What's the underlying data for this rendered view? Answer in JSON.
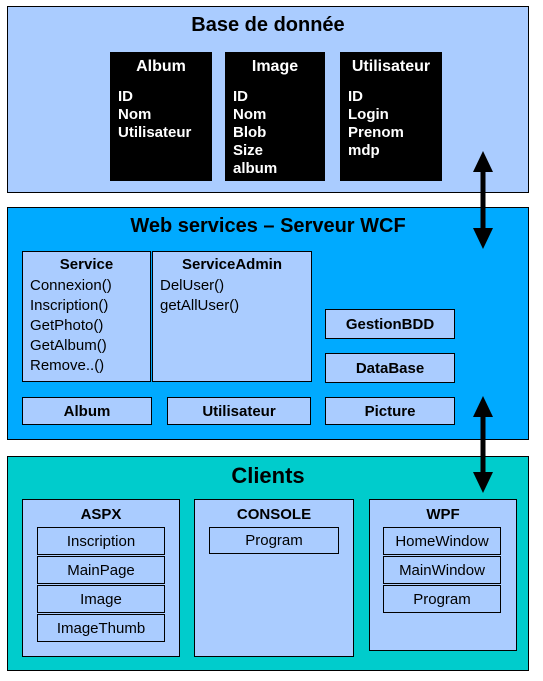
{
  "database": {
    "title": "Base de donnée",
    "tables": [
      {
        "name": "Album",
        "fields": [
          "ID",
          "Nom",
          "Utilisateur"
        ]
      },
      {
        "name": "Image",
        "fields": [
          "ID",
          "Nom",
          "Blob",
          "Size",
          "album"
        ]
      },
      {
        "name": "Utilisateur",
        "fields": [
          "ID",
          "Login",
          "Prenom",
          "mdp"
        ]
      }
    ]
  },
  "webservices": {
    "title": "Web services – Serveur WCF",
    "service": {
      "name": "Service",
      "methods": [
        "Connexion()",
        "Inscription()",
        "GetPhoto()",
        "GetAlbum()",
        "Remove..()"
      ]
    },
    "service_admin": {
      "name": "ServiceAdmin",
      "methods": [
        "DelUser()",
        "getAllUser()"
      ]
    },
    "gestion_bdd": "GestionBDD",
    "database_class": "DataBase",
    "album": "Album",
    "utilisateur": "Utilisateur",
    "picture": "Picture"
  },
  "clients": {
    "title": "Clients",
    "aspx": {
      "name": "ASPX",
      "items": [
        "Inscription",
        "MainPage",
        "Image",
        "ImageThumb"
      ]
    },
    "console": {
      "name": "CONSOLE",
      "items": [
        "Program"
      ]
    },
    "wpf": {
      "name": "WPF",
      "items": [
        "HomeWindow",
        "MainWindow",
        "Program"
      ]
    }
  },
  "colors": {
    "database_bg": "#aaccff",
    "webservices_bg": "#00aaff",
    "clients_bg": "#00cccc",
    "inner_bg": "#aaccff",
    "table_bg": "#000000"
  }
}
